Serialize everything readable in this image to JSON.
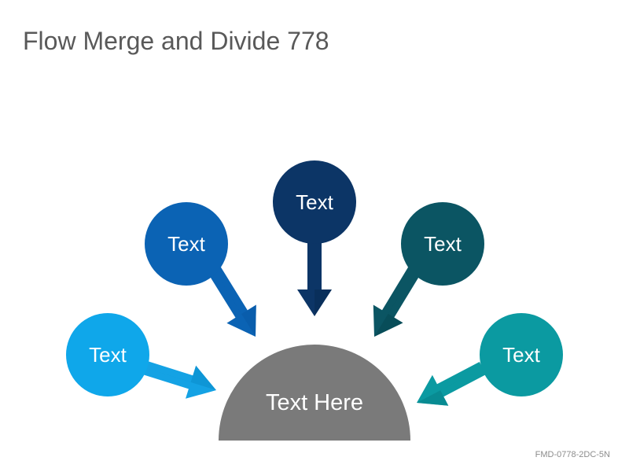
{
  "title": "Flow Merge and Divide 778",
  "code": "FMD-0778-2DC-5N",
  "center": {
    "label": "Text Here",
    "color": "#7a7a7a"
  },
  "nodes": [
    {
      "label": "Text",
      "color": "#0fa7ea",
      "shade": "#0a8ccb",
      "arrow": "#14a2e4"
    },
    {
      "label": "Text",
      "color": "#0b63b4",
      "shade": "#0a5aa5",
      "arrow": "#0b63b4"
    },
    {
      "label": "Text",
      "color": "#0c3566",
      "shade": "#082a52",
      "arrow": "#0c3566"
    },
    {
      "label": "Text",
      "color": "#0b5563",
      "shade": "#084752",
      "arrow": "#0b5563"
    },
    {
      "label": "Text",
      "color": "#0b9aa1",
      "shade": "#087f86",
      "arrow": "#0b9aa1"
    }
  ]
}
